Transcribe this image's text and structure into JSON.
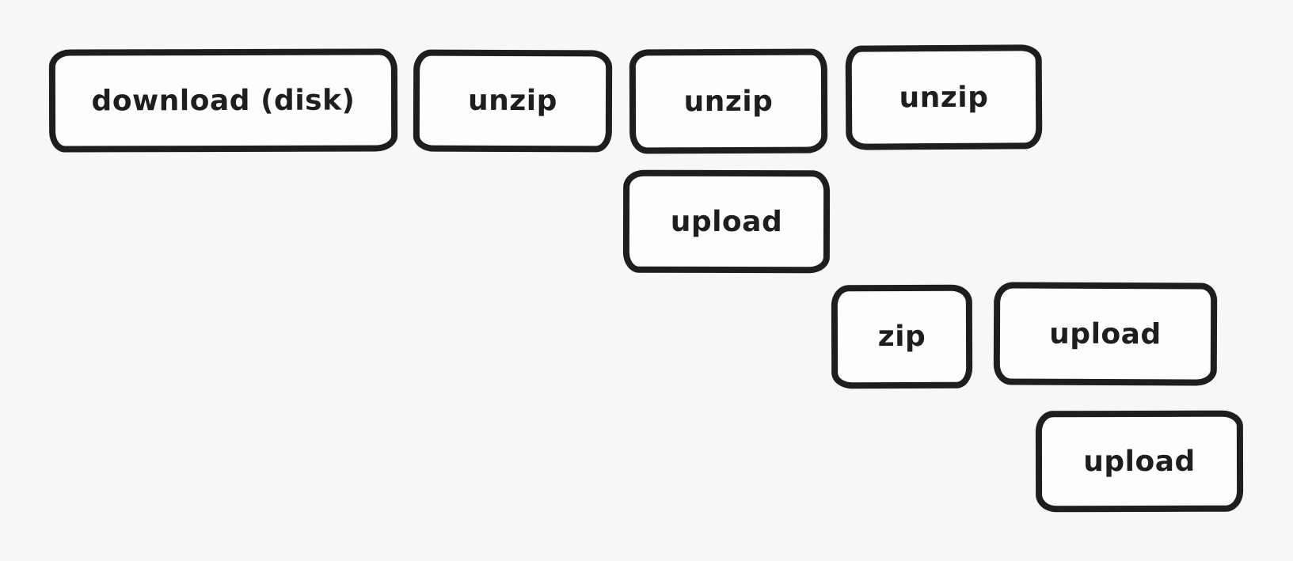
{
  "diagram": {
    "background_color": "#f7f7f8",
    "shape_fill_color": "#fdfdfd",
    "stroke_color": "#1e1e1e",
    "boxes": [
      {
        "label": "download (disk)"
      },
      {
        "label": "unzip"
      },
      {
        "label": "unzip"
      },
      {
        "label": "unzip"
      },
      {
        "label": "upload"
      },
      {
        "label": "zip"
      },
      {
        "label": "upload"
      },
      {
        "label": "upload"
      }
    ]
  }
}
